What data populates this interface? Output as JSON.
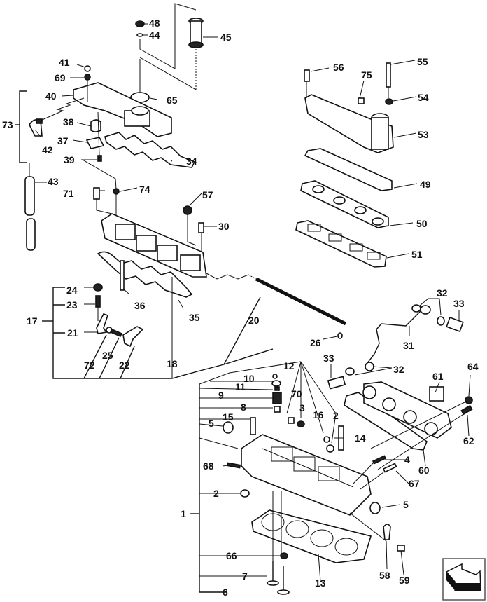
{
  "diagram": {
    "type": "exploded-parts-diagram",
    "callouts": {
      "c1": "1",
      "c2a": "2",
      "c2b": "2",
      "c3": "3",
      "c4": "4",
      "c5a": "5",
      "c5b": "5",
      "c6": "6",
      "c7": "7",
      "c8": "8",
      "c9": "9",
      "c10": "10",
      "c11": "11",
      "c12": "12",
      "c13": "13",
      "c14": "14",
      "c15": "15",
      "c16": "16",
      "c17": "17",
      "c18": "18",
      "c20": "20",
      "c21": "21",
      "c22": "22",
      "c23": "23",
      "c24": "24",
      "c25": "25",
      "c26": "26",
      "c30": "30",
      "c31": "31",
      "c32a": "32",
      "c32b": "32",
      "c33a": "33",
      "c33b": "33",
      "c34": "34",
      "c35": "35",
      "c36": "36",
      "c37": "37",
      "c38": "38",
      "c39": "39",
      "c40": "40",
      "c41": "41",
      "c42": "42",
      "c43": "43",
      "c44": "44",
      "c45": "45",
      "c48": "48",
      "c49": "49",
      "c50": "50",
      "c51": "51",
      "c53": "53",
      "c54": "54",
      "c55": "55",
      "c56": "56",
      "c57": "57",
      "c58": "58",
      "c59": "59",
      "c60": "60",
      "c61": "61",
      "c62": "62",
      "c64": "64",
      "c65": "65",
      "c66": "66",
      "c67": "67",
      "c68": "68",
      "c69": "69",
      "c70": "70",
      "c71": "71",
      "c72": "72",
      "c73": "73",
      "c74": "74",
      "c75": "75"
    },
    "navigation": {
      "icon": "next-page-arrow-icon"
    }
  }
}
